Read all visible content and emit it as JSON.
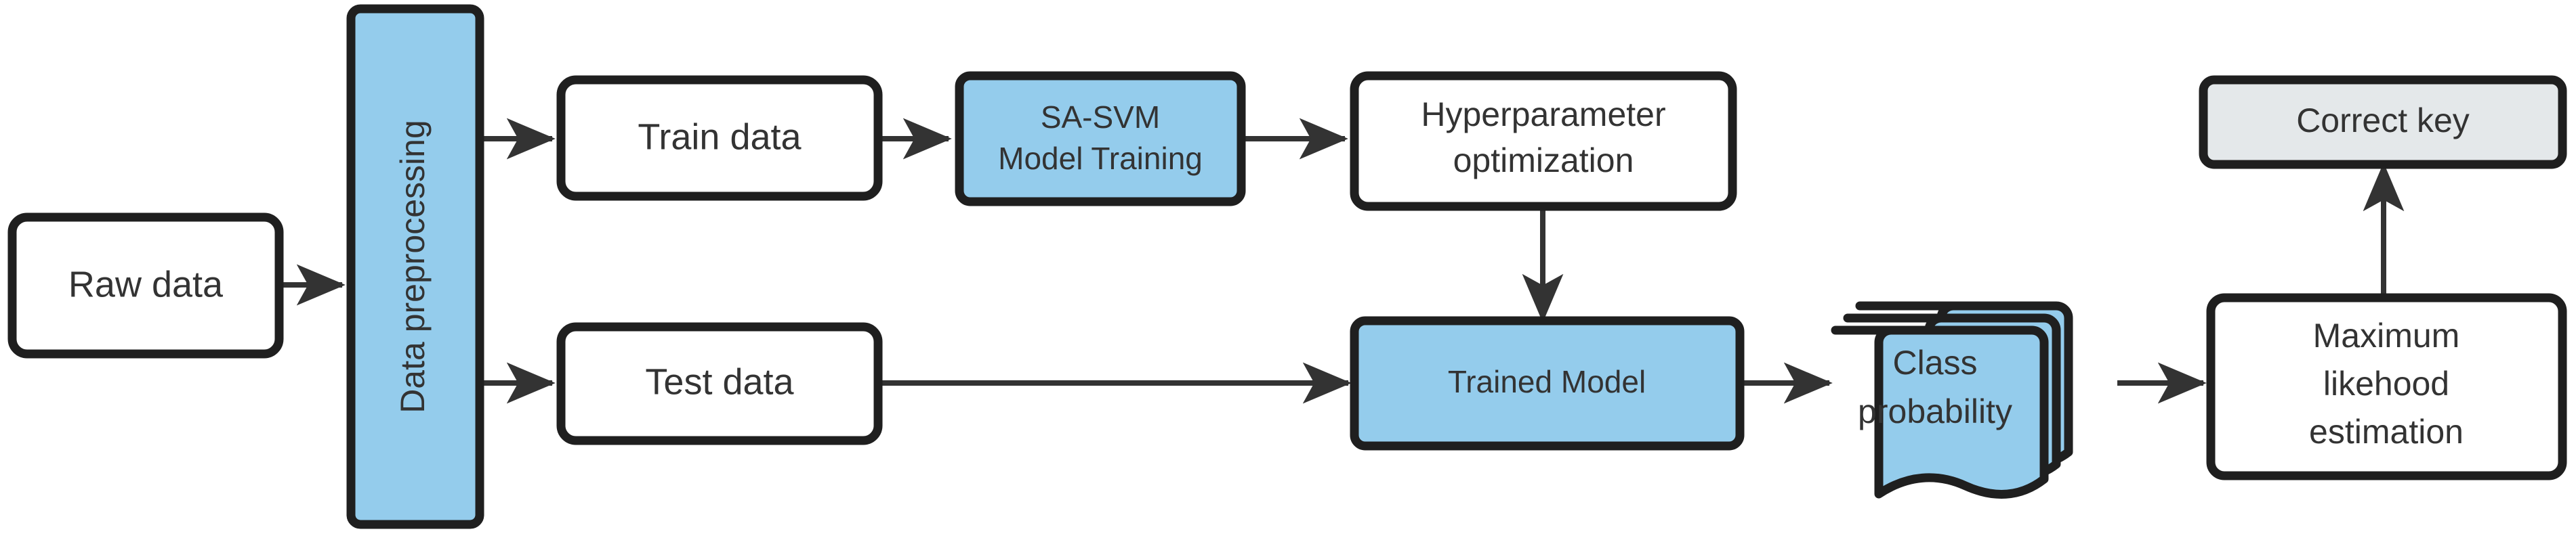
{
  "diagram": {
    "title": "SA-SVM classification pipeline flowchart",
    "colors": {
      "blue_fill": "#94ccec",
      "white_fill": "#ffffff",
      "grey_fill": "#e4e8ea",
      "stroke": "#1f1f1f",
      "text": "#333333",
      "edge": "#333333"
    },
    "nodes": [
      {
        "id": "raw-data",
        "label": "Raw data",
        "lines": [
          "Raw data"
        ],
        "shape": "rounded-rect",
        "fill": "white"
      },
      {
        "id": "data-preprocessing",
        "label": "Data preprocessing",
        "lines": [
          "Data preprocessing"
        ],
        "shape": "rounded-rect-vertical",
        "fill": "blue"
      },
      {
        "id": "train-data",
        "label": "Train data",
        "lines": [
          "Train data"
        ],
        "shape": "rounded-rect",
        "fill": "white"
      },
      {
        "id": "sa-svm-model-training",
        "label": "SA-SVM Model Training",
        "lines": [
          "SA-SVM",
          "Model Training"
        ],
        "shape": "rounded-rect",
        "fill": "blue"
      },
      {
        "id": "hyperparameter-optimization",
        "label": "Hyperparameter optimization",
        "lines": [
          "Hyperparameter",
          "optimization"
        ],
        "shape": "rounded-rect",
        "fill": "white"
      },
      {
        "id": "test-data",
        "label": "Test data",
        "lines": [
          "Test data"
        ],
        "shape": "rounded-rect",
        "fill": "white"
      },
      {
        "id": "trained-model",
        "label": "Trained Model",
        "lines": [
          "Trained Model"
        ],
        "shape": "rounded-rect",
        "fill": "blue"
      },
      {
        "id": "class-probability",
        "label": "Class probability",
        "lines": [
          "Class",
          "probability"
        ],
        "shape": "multi-document",
        "fill": "blue"
      },
      {
        "id": "maximum-likelihood-estimation",
        "label": "Maximum likehood estimation",
        "lines": [
          "Maximum",
          "likehood",
          "estimation"
        ],
        "shape": "rounded-rect",
        "fill": "white"
      },
      {
        "id": "correct-key",
        "label": "Correct key",
        "lines": [
          "Correct key"
        ],
        "shape": "rounded-rect",
        "fill": "grey"
      }
    ],
    "edges": [
      {
        "id": "raw-to-preprocessing",
        "from": "raw-data",
        "to": "data-preprocessing",
        "direction": "right"
      },
      {
        "id": "preprocessing-to-train",
        "from": "data-preprocessing",
        "to": "train-data",
        "direction": "right"
      },
      {
        "id": "preprocessing-to-test",
        "from": "data-preprocessing",
        "to": "test-data",
        "direction": "right"
      },
      {
        "id": "train-to-sasvm",
        "from": "train-data",
        "to": "sa-svm-model-training",
        "direction": "right"
      },
      {
        "id": "sasvm-to-hyperparameter",
        "from": "sa-svm-model-training",
        "to": "hyperparameter-optimization",
        "direction": "right"
      },
      {
        "id": "hyperparameter-to-trained",
        "from": "hyperparameter-optimization",
        "to": "trained-model",
        "direction": "down"
      },
      {
        "id": "test-to-trained",
        "from": "test-data",
        "to": "trained-model",
        "direction": "right"
      },
      {
        "id": "trained-to-class-prob",
        "from": "trained-model",
        "to": "class-probability",
        "direction": "right"
      },
      {
        "id": "class-prob-to-mle",
        "from": "class-probability",
        "to": "maximum-likelihood-estimation",
        "direction": "right"
      },
      {
        "id": "mle-to-correct-key",
        "from": "maximum-likelihood-estimation",
        "to": "correct-key",
        "direction": "up"
      }
    ]
  }
}
